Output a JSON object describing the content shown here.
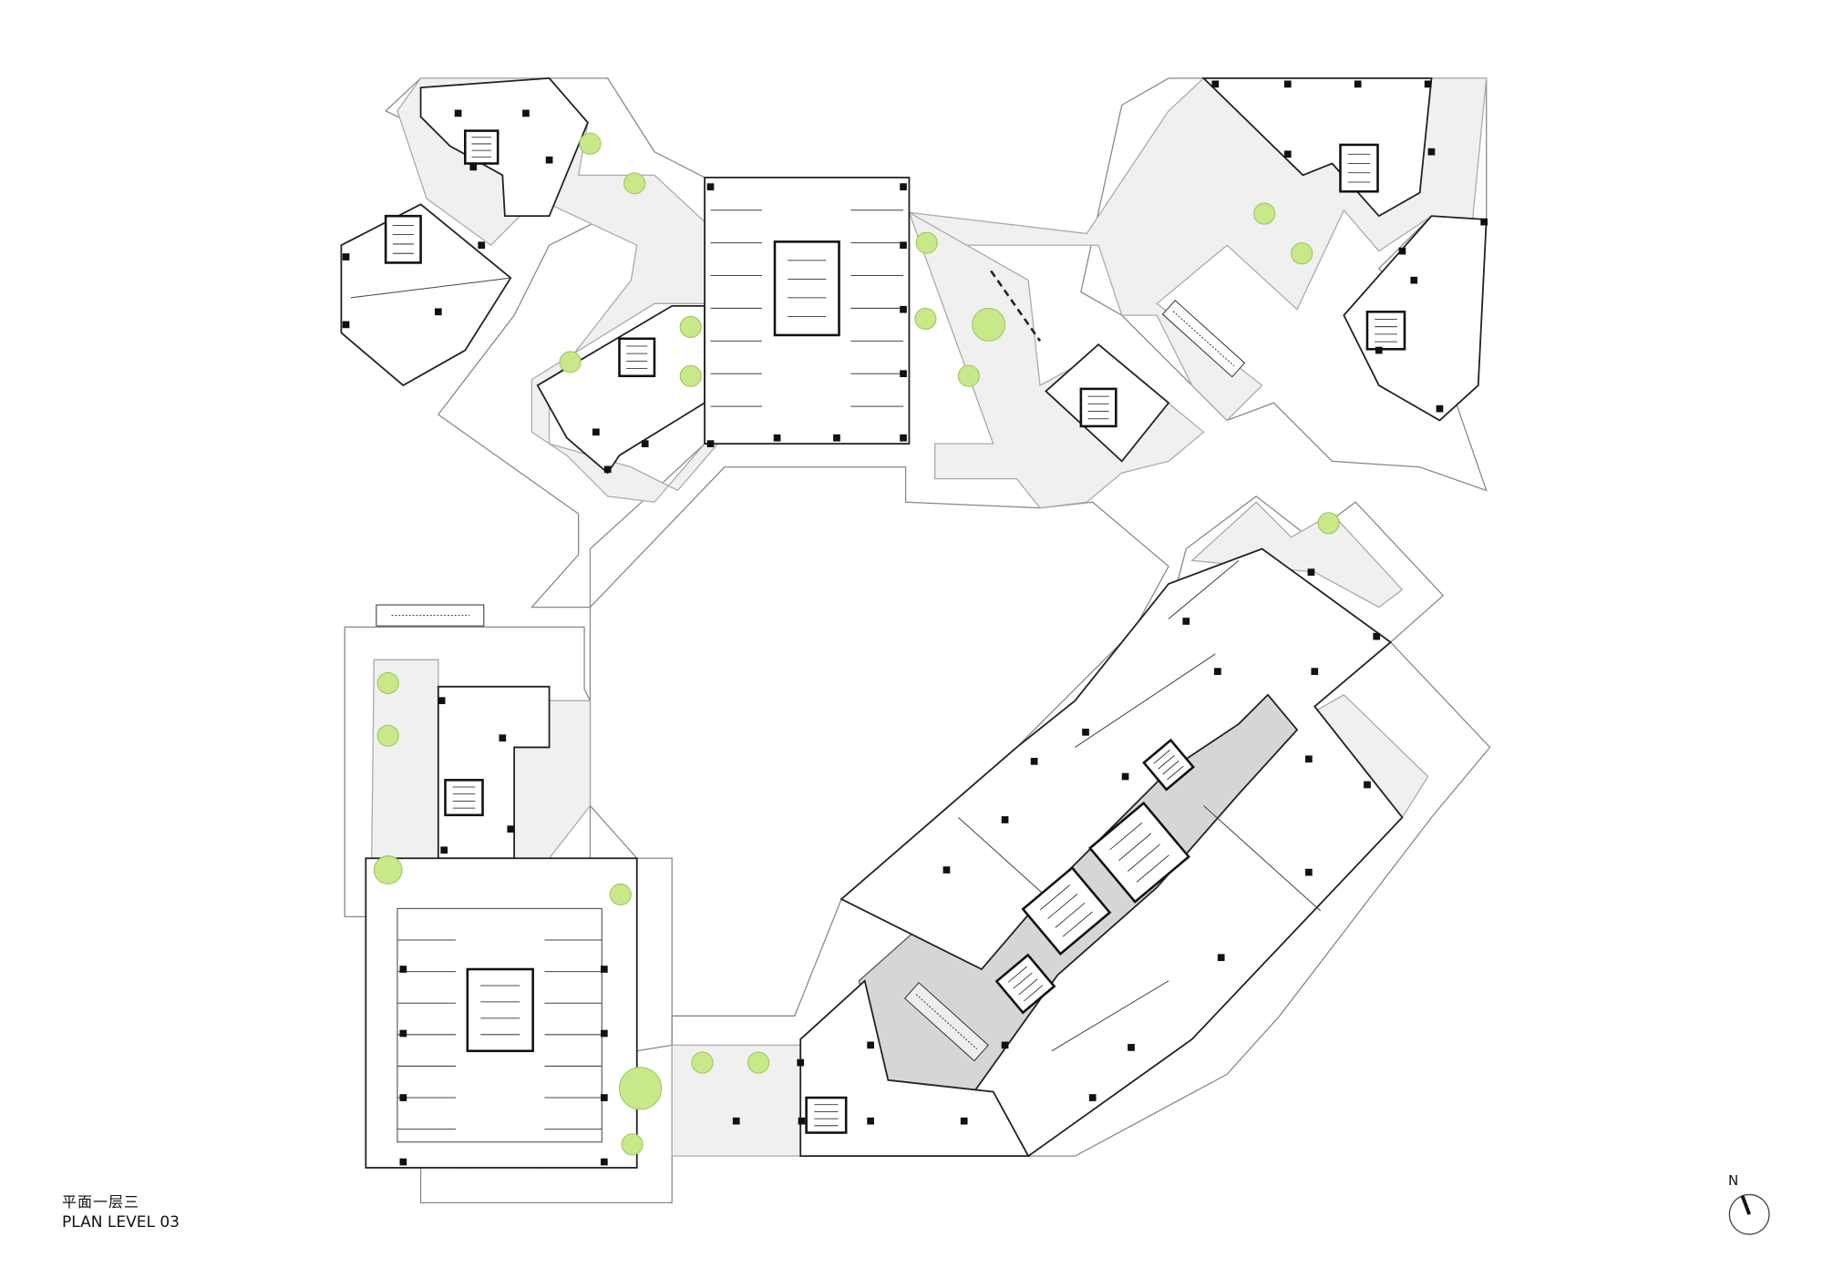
{
  "title": {
    "chinese": "平面一层三",
    "english": "PLAN LEVEL 03"
  },
  "north_arrow": {
    "label": "N"
  },
  "colors": {
    "outline": "#222222",
    "plaza": "#f0f0f0",
    "core_corridor": "#d6d6d6",
    "tree": "#c9e88a",
    "background": "#ffffff"
  }
}
